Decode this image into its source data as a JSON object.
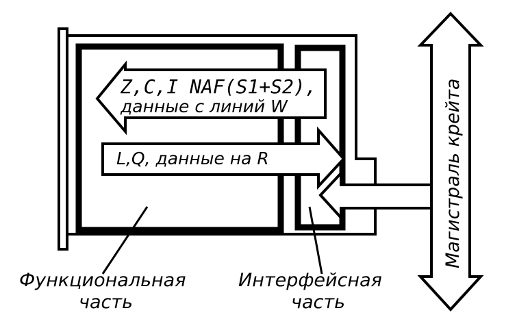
{
  "diagram": {
    "arrow_out": {
      "line1": "Z,C,I NAF(S1+S2),",
      "line2": "данные с линий  W"
    },
    "arrow_in": {
      "label": "L,Q, данные на R"
    },
    "crate_bus": {
      "label": "Магистраль крейта"
    },
    "functional_part": {
      "line1": "Функциональная",
      "line2": "часть"
    },
    "interface_part": {
      "line1": "Интерфейсная",
      "line2": "часть"
    }
  }
}
